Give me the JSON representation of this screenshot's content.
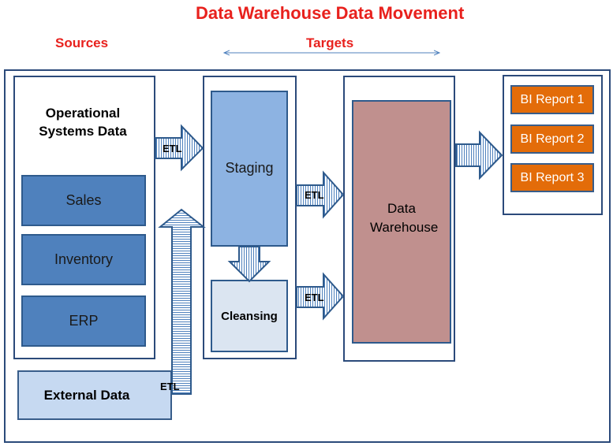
{
  "title": "Data Warehouse Data Movement",
  "sections": {
    "sources": "Sources",
    "targets": "Targets"
  },
  "sources": {
    "heading": "Operational Systems Data",
    "systems": [
      "Sales",
      "Inventory",
      "ERP"
    ],
    "external": "External Data"
  },
  "staging": {
    "label": "Staging",
    "cleansing": "Cleansing"
  },
  "warehouse": {
    "label": "Data Warehouse"
  },
  "reports": [
    "BI Report 1",
    "BI Report 2",
    "BI Report 3"
  ],
  "etl_label": "ETL",
  "colors": {
    "title_red": "#e8211d",
    "source_blue": "#4f81bd",
    "staging_blue": "#8db3e2",
    "cleansing_bg": "#dbe5f1",
    "warehouse_rose": "#c0908e",
    "report_orange": "#e36c09",
    "external_bg": "#c6d9f1"
  }
}
